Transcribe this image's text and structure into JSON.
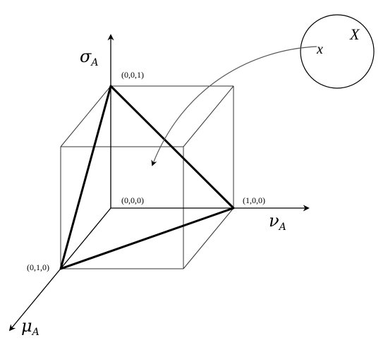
{
  "axes": {
    "sigma": {
      "symbol": "σ",
      "subscript": "A"
    },
    "nu": {
      "symbol": "ν",
      "subscript": "A"
    },
    "mu": {
      "symbol": "μ",
      "subscript": "A"
    }
  },
  "vertices": {
    "origin": "(0,0,0)",
    "sigma_vertex": "(0,0,1)",
    "nu_vertex": "(1,0,0)",
    "mu_vertex": "(0,1,0)"
  },
  "universe": {
    "set_label": "X",
    "element_label": "x"
  }
}
